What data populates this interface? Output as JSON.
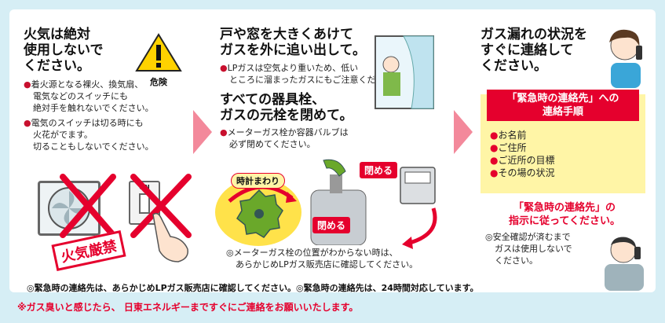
{
  "col1": {
    "title": [
      "火気は絶対",
      "使用しないで",
      "ください。"
    ],
    "warning_label": "危険",
    "bullets": [
      {
        "mark": "●",
        "lines": [
          "着火源となる裸火、換気扇、",
          "電気などのスイッチにも",
          "絶対手を触れないでください。"
        ]
      },
      {
        "mark": "●",
        "lines": [
          "電気のスイッチは切る時にも",
          "火花がでます。",
          "切ることもしないでください。"
        ]
      }
    ],
    "switch_label": "ON",
    "stamp": "火気厳禁"
  },
  "col2": {
    "title1": [
      "戸や窓を大きくあけて",
      "ガスを外に追い出して。"
    ],
    "bullet1": {
      "mark": "●",
      "lines": [
        "LPガスは空気より重いため、低い",
        "ところに溜まったガスにもご注意ください。"
      ]
    },
    "title2": [
      "すべての器具栓、",
      "ガスの元栓を閉めて。"
    ],
    "bullet2": {
      "mark": "●",
      "lines": [
        "メーターガス栓か容器バルブは",
        "必ず閉めてください。"
      ]
    },
    "clockwise": "時計まわり",
    "close1": "閉める",
    "close2": "閉める",
    "note": [
      "◎メーターガス栓の位置がわからない時は、",
      "あらかじめLPガス販売店に確認してください。"
    ]
  },
  "col3": {
    "title": [
      "ガス漏れの状況を",
      "すぐに連絡して",
      "ください。"
    ],
    "box_title": [
      "「緊急時の連絡先」への",
      "連絡手順"
    ],
    "items": [
      "お名前",
      "ご住所",
      "ご近所の目標",
      "その場の状況"
    ],
    "follow": [
      "「緊急時の連絡先」の",
      "指示に従ってください。"
    ],
    "note": [
      "◎安全確認が済むまで",
      "ガスは使用しないで",
      "ください。"
    ]
  },
  "footer": "◎緊急時の連絡先は、あらかじめLPガス販売店に確認してください。◎緊急時の連絡先は、24時間対応しています。",
  "bottom_note": "※ガス臭いと感じたら、 日東エネルギーまですぐにご連絡をお願いいたします。",
  "colors": {
    "accent_red": "#e5002d",
    "arrow_pink": "#f3899b",
    "bg": "#d6eef5",
    "highlight": "#fff5a6"
  }
}
